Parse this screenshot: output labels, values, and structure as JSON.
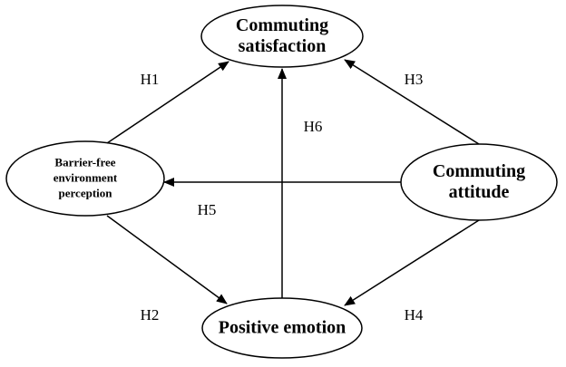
{
  "nodes": {
    "satisfaction": [
      "Commuting",
      "satisfaction"
    ],
    "barrier": [
      "Barrier-free",
      "environment",
      "perception"
    ],
    "attitude": [
      "Commuting",
      "attitude"
    ],
    "positive": [
      "Positive emotion"
    ]
  },
  "edges": {
    "h1": "H1",
    "h2": "H2",
    "h3": "H3",
    "h4": "H4",
    "h5": "H5",
    "h6": "H6"
  },
  "colors": {
    "stroke": "#000000",
    "background": "#ffffff"
  }
}
